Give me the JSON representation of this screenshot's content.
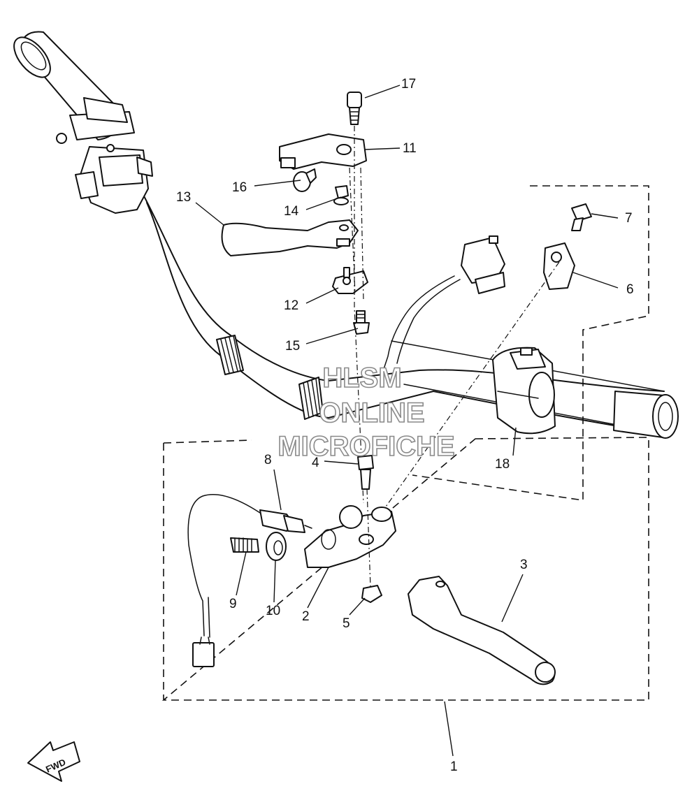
{
  "watermark": {
    "line1": "HLSM",
    "line2": "ONLINE",
    "line3": "MICROFICHE"
  },
  "fwd_label": "FWD",
  "callouts": {
    "c1": "1",
    "c2": "2",
    "c3": "3",
    "c4": "4",
    "c5": "5",
    "c6": "6",
    "c7": "7",
    "c8": "8",
    "c9": "9",
    "c10": "10",
    "c11": "11",
    "c12": "12",
    "c13": "13",
    "c14": "14",
    "c15": "15",
    "c16": "16",
    "c17": "17",
    "c18": "18"
  }
}
